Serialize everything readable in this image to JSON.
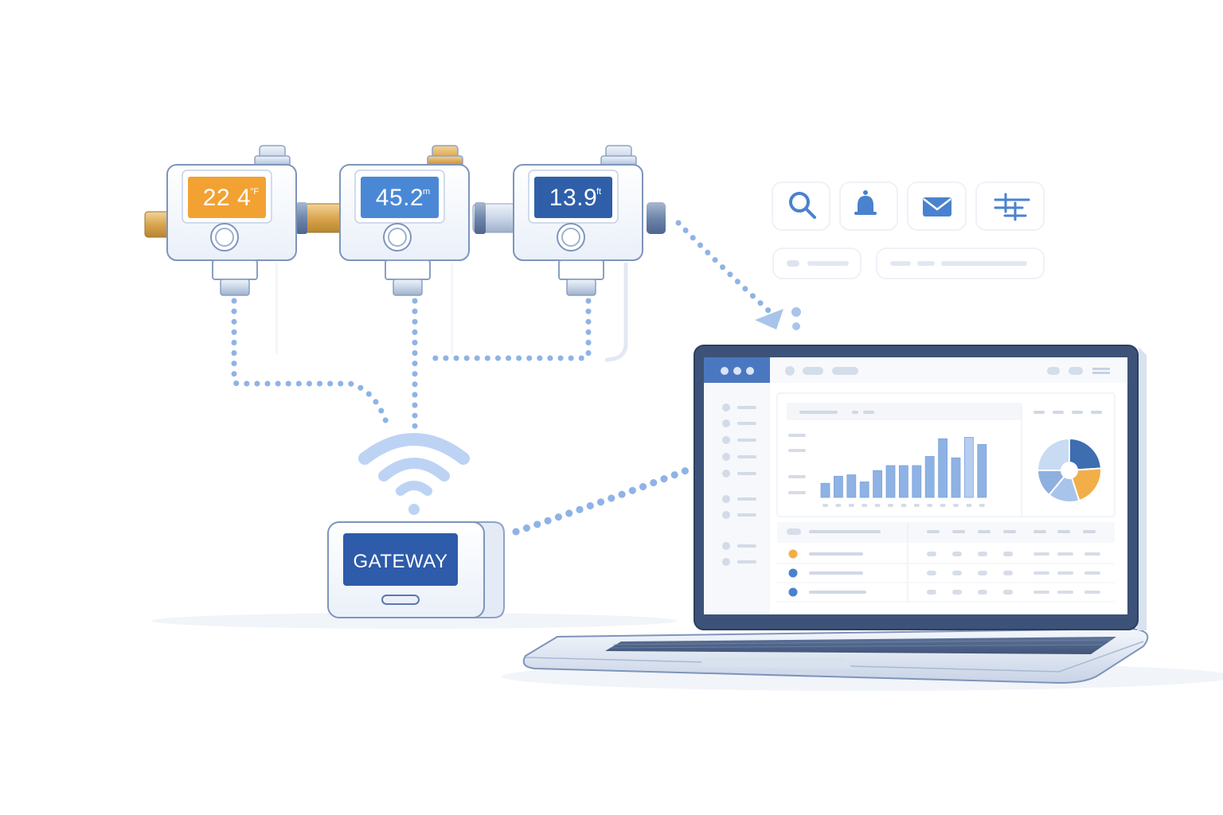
{
  "sensors": [
    {
      "id": "sensor-1",
      "reading": "22 4",
      "unit": "°F",
      "screen_color": "#F2A233"
    },
    {
      "id": "sensor-2",
      "reading": "45.2",
      "unit": "m",
      "screen_color": "#4A88D6"
    },
    {
      "id": "sensor-3",
      "reading": "13.9",
      "unit": "ft",
      "screen_color": "#2F5FA8"
    }
  ],
  "gateway": {
    "label": "GATEWAY",
    "screen_color": "#2E5BAA"
  },
  "toolbar_icons": [
    "search-icon",
    "bell-icon",
    "mail-icon",
    "sliders-icon"
  ],
  "dashboard": {
    "bar_values": [
      2,
      3,
      3.2,
      2.2,
      3.8,
      4.5,
      4.5,
      4.5,
      5.8,
      8.3,
      5.6,
      8.5,
      7.5
    ],
    "pie_slices": [
      {
        "value": 24,
        "color": "#3E6DB0"
      },
      {
        "value": 21,
        "color": "#F2AE48"
      },
      {
        "value": 16,
        "color": "#A9C4EA"
      },
      {
        "value": 14,
        "color": "#8EB0E0"
      },
      {
        "value": 25,
        "color": "#C9DAF3"
      }
    ],
    "table_rows": [
      {
        "dot_color": "#F2AE48"
      },
      {
        "dot_color": "#4A82CF"
      },
      {
        "dot_color": "#4A82CF"
      }
    ]
  },
  "colors": {
    "dotted_link": "#8FB3E6",
    "outline": "#5C79A8",
    "wifi": "#BDD3F4"
  }
}
